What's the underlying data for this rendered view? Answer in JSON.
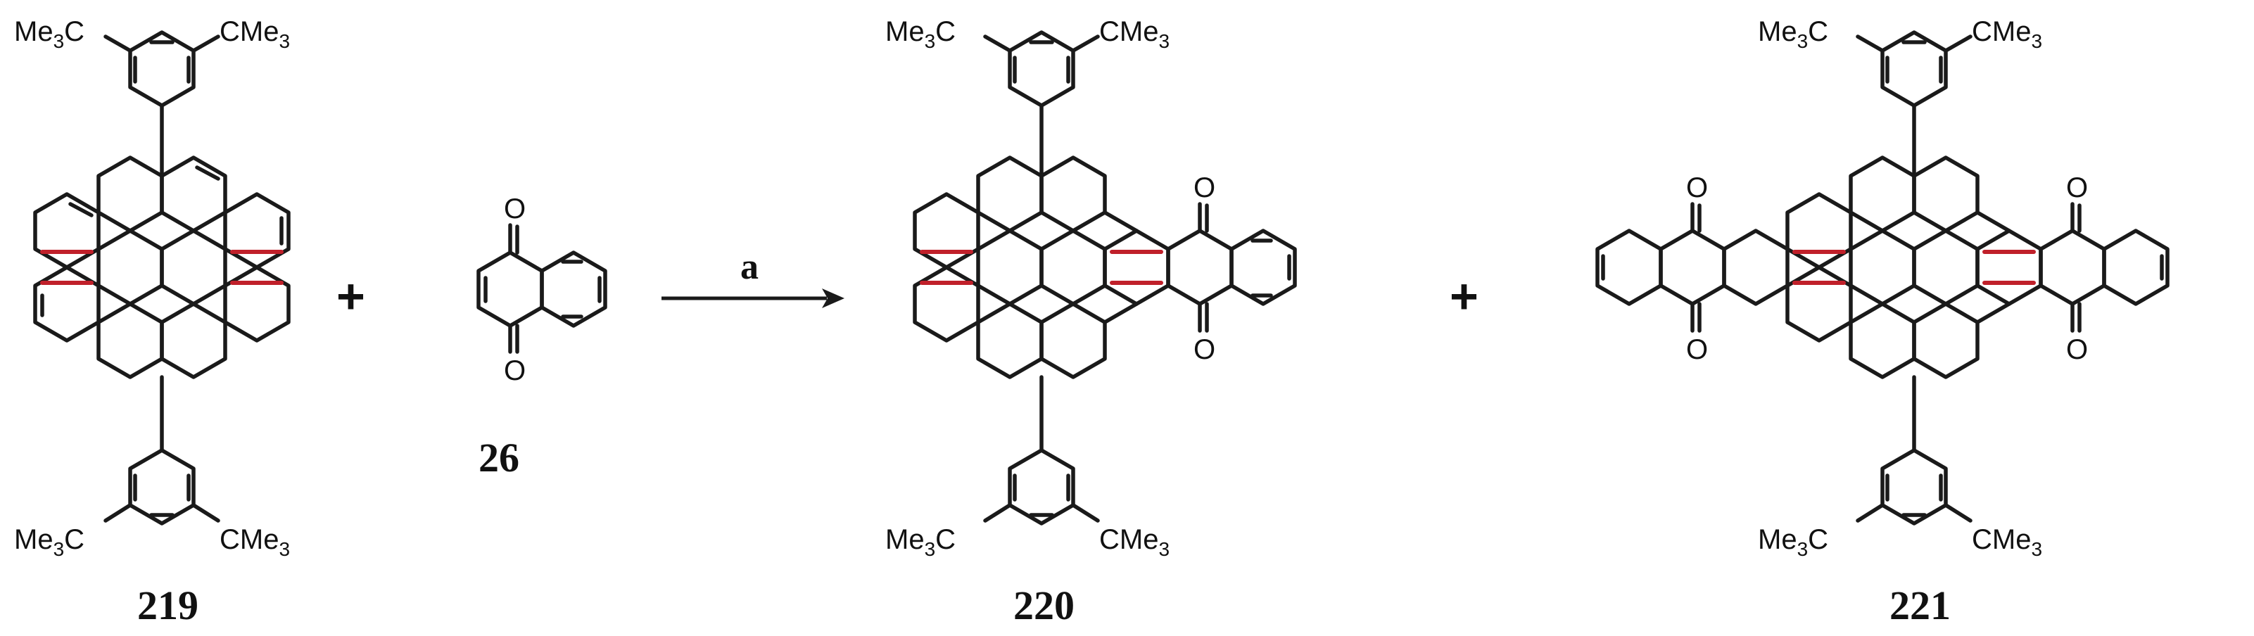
{
  "compounds": {
    "c219": {
      "label": "219"
    },
    "c26": {
      "label": "26"
    },
    "c220": {
      "label": "220"
    },
    "c221": {
      "label": "221"
    }
  },
  "substituent": {
    "left": "Me3C",
    "right": "CMe3"
  },
  "oxygen": "O",
  "plus": "+",
  "condition": "a",
  "colors": {
    "pink_dark": "#f0a8bd",
    "pink_light": "#fbe4ea",
    "blue": "#c8ecf7",
    "red_bond": "#c0202a"
  }
}
